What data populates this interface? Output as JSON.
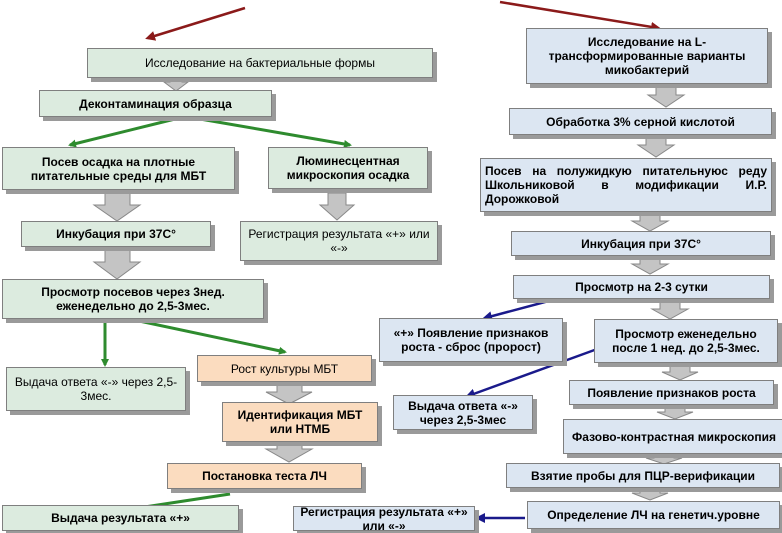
{
  "left": {
    "bacterial_forms": "Исследование на бактериальные формы",
    "decontamination": "Деконтаминация образца",
    "seeding_solid": "Посев осадка на плотные питательные среды для МБТ",
    "fluorescent": "Люминесцентная микроскопия осадка",
    "incubation": "Инкубация при 37С°",
    "registration": "Регистрация результата «+» или «-»",
    "viewing": "Просмотр посевов через 3нед. еженедельно до 2,5-3мес.",
    "answer_neg": "Выдача ответа «-» через 2,5-3мес.",
    "growth": "Рост культуры МБТ",
    "identification": "Идентификация МБТ или НТМБ",
    "drug_test": "Постановка теста ЛЧ",
    "answer_pos": "Выдача результата «+»"
  },
  "right": {
    "l_forms": "Исследование на L-трансформированные варианты микобактерий",
    "acid": "Обработка 3%  серной кислотой",
    "semiliquid": "Посев на полужидкую питательнуюс реду Школьниковой в модификации И.Р. Дорожковой",
    "incubation": "Инкубация при 37С°",
    "viewing_2_3": "Просмотр на 2-3 сутки",
    "signs_plus": "«+» Появление признаков роста - сброс (пророст)",
    "weekly": "Просмотр еженедельно после 1 нед. до 2,5-3мес.",
    "answer_neg": "Выдача ответа «-» через 2,5-3мес",
    "growth_signs": "Появление признаков роста",
    "phase_contrast": "Фазово-контрастная микроскопия",
    "pcr": "Взятие пробы для ПЦР-верификации",
    "genetic": "Определение ЛЧ на генетич.уровне",
    "registration": "Регистрация результата «+» или «-»"
  },
  "colors": {
    "green_box": "#dcebdf",
    "blue_box": "#dce6f2",
    "orange_box": "#fbdcbf",
    "green_arrow": "#2e8b2e",
    "red_arrow": "#8b1a1a",
    "navy_arrow": "#1a1a8b",
    "block_arrow": "#bfbfbf"
  }
}
